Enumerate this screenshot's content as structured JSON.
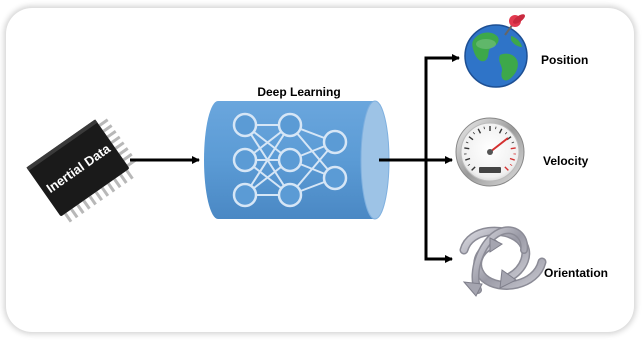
{
  "input": {
    "label": "Inertial Data",
    "icon": "microchip-icon"
  },
  "model": {
    "label": "Deep Learning",
    "icon": "neural-network-icon"
  },
  "outputs": [
    {
      "label": "Position",
      "icon": "globe-pin-icon"
    },
    {
      "label": "Velocity",
      "icon": "speedometer-icon"
    },
    {
      "label": "Orientation",
      "icon": "rotation-arrows-icon"
    }
  ],
  "colors": {
    "cylinder_body": "#5b9bd5",
    "cylinder_end": "#9dc3e6",
    "chip": "#1a1a1a",
    "arrow": "#000000",
    "ocean": "#2f74c8",
    "land": "#3da84a",
    "pin": "#e23a4f"
  }
}
